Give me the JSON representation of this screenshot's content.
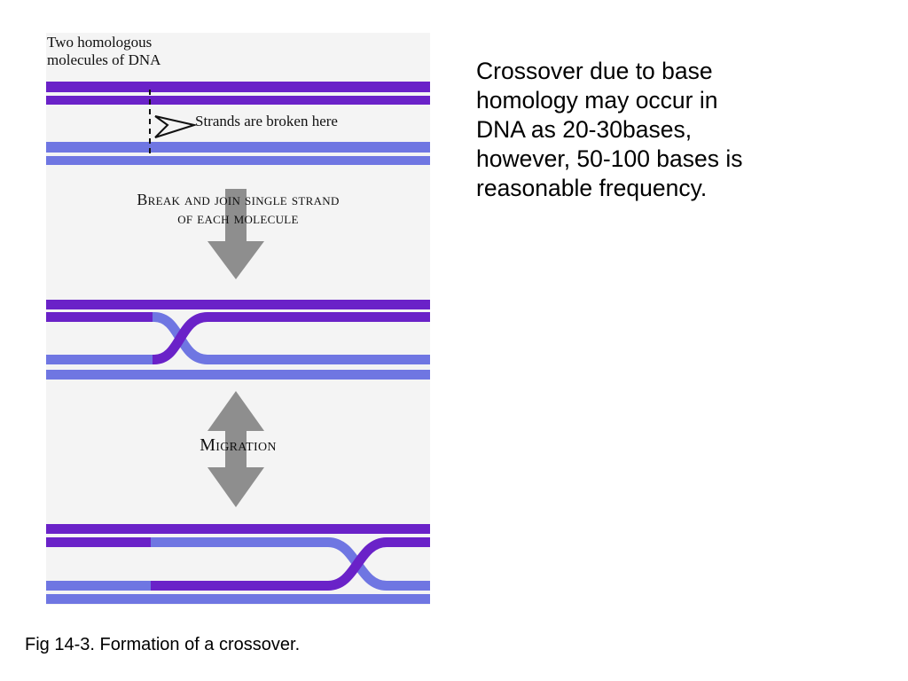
{
  "figure": {
    "top_caption_line1": "Two homologous",
    "top_caption_line2": "molecules of DNA",
    "break_label": "Strands are broken here",
    "step1_line1": "Break and join single strand",
    "step1_line2": "of each molecule",
    "step2_label": "Migration",
    "colors": {
      "background": "#f4f4f4",
      "molecule_a": "#6a22c8",
      "molecule_b": "#6f76e2",
      "arrow": "#8e8e8e"
    }
  },
  "body_text": {
    "line1": "Crossover due to base",
    "line2": "homology may occur in",
    "line3": "DNA as 20-30bases,",
    "line4": "however, 50-100 bases is",
    "line5": "reasonable frequency."
  },
  "caption": "Fig 14-3. Formation of a crossover."
}
